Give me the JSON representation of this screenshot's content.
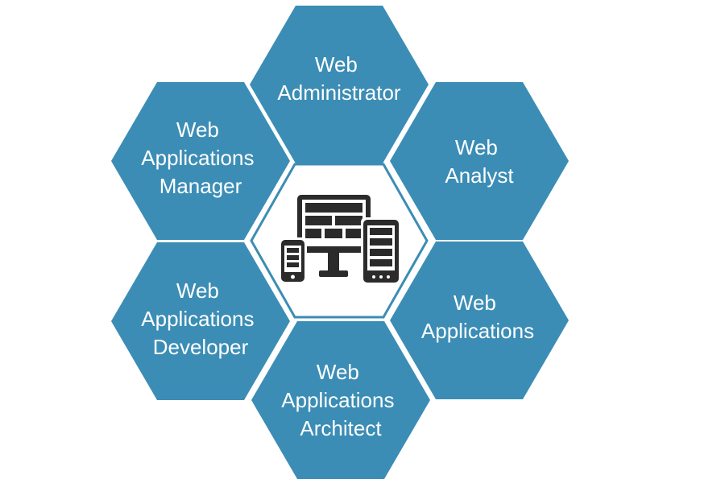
{
  "diagram": {
    "colors": {
      "hex_fill": "#3b8db5",
      "center_border": "#3b8db5",
      "center_fill": "#ffffff",
      "icon": "#2b2b2b"
    },
    "center": {
      "icon": "responsive-devices-icon"
    },
    "hexagons": [
      {
        "id": "web-administrator",
        "lines": [
          "Web",
          "Administrator"
        ]
      },
      {
        "id": "web-analyst",
        "lines": [
          "Web",
          "Analyst"
        ]
      },
      {
        "id": "web-applications",
        "lines": [
          "Web",
          "Applications"
        ]
      },
      {
        "id": "web-applications-architect",
        "lines": [
          "Web",
          "Applications",
          "Architect"
        ]
      },
      {
        "id": "web-applications-developer",
        "lines": [
          "Web",
          "Applications",
          "Developer"
        ]
      },
      {
        "id": "web-applications-manager",
        "lines": [
          "Web",
          "Applications",
          "Manager"
        ]
      }
    ]
  }
}
